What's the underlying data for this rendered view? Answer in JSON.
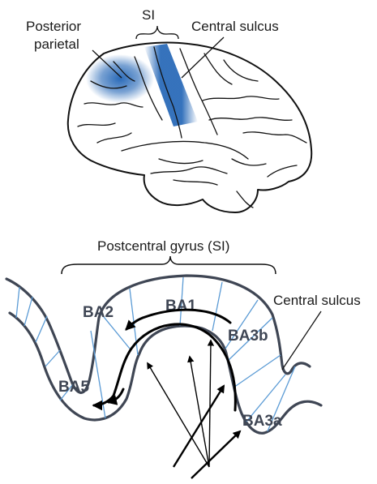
{
  "top_brain": {
    "labels": {
      "posterior_parietal_line1": "Posterior",
      "posterior_parietal_line2": "parietal",
      "si": "SI",
      "central_sulcus": "Central sulcus"
    },
    "highlight_color": "#1f63b5"
  },
  "cross_section": {
    "title": "Postcentral gyrus (SI)",
    "central_sulcus_label": "Central sulcus",
    "areas": {
      "ba1": "BA1",
      "ba2": "BA2",
      "ba3a": "BA3a",
      "ba3b": "BA3b",
      "ba5": "BA5"
    },
    "outline_color": "#3f4654",
    "layer_color": "#5b9bd5"
  }
}
